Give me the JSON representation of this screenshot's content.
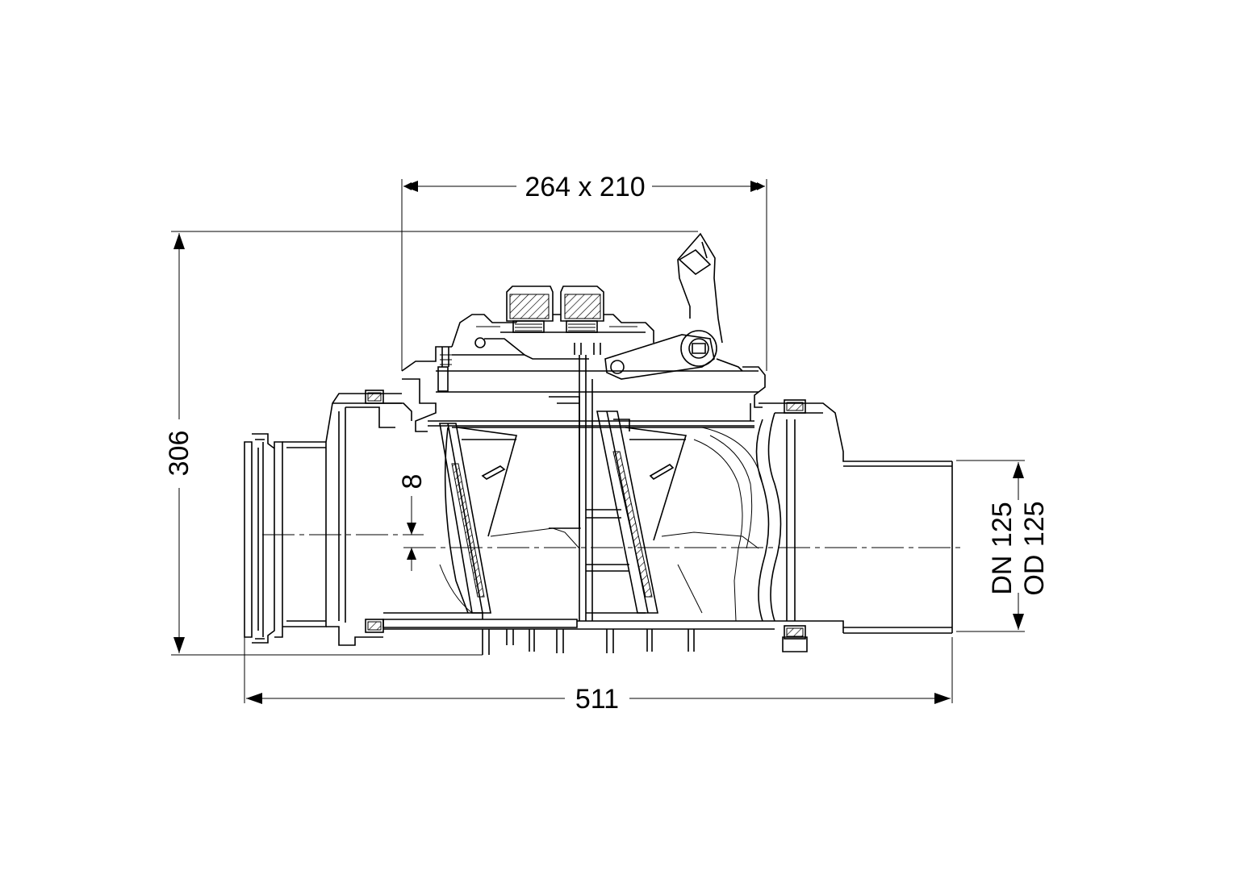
{
  "dimensions": {
    "top_width": "264 x 210",
    "height": "306",
    "overall_length": "511",
    "offset": "8",
    "nominal_diameter_dn": "DN 125",
    "outer_diameter_od": "OD 125"
  }
}
